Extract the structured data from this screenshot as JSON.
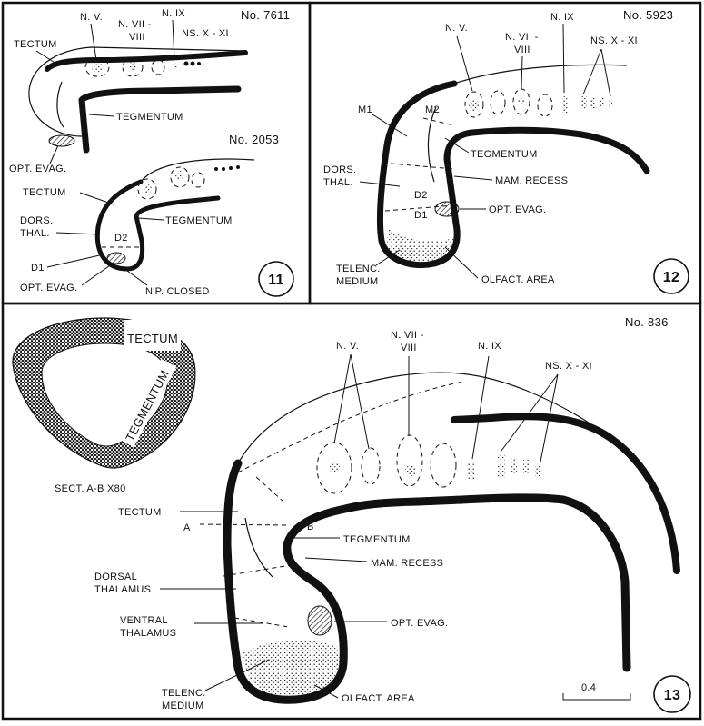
{
  "fig11": {
    "specimen_top": "No. 7611",
    "specimen_bottom": "No. 2053",
    "figure_number": "11",
    "top_labels": {
      "tectum": "TECTUM",
      "n_v": "N. V.",
      "n_vii_viii_line1": "N. VII -",
      "n_vii_viii_line2": "VIII",
      "n_ix": "N. IX",
      "ns_x_xi": "NS. X - XI",
      "tegmentum": "TEGMENTUM",
      "opt_evag": "OPT. EVAG."
    },
    "bottom_labels": {
      "tectum": "TECTUM",
      "tegmentum": "TEGMENTUM",
      "dors_thal_line1": "DORS.",
      "dors_thal_line2": "THAL.",
      "d2": "D2",
      "d1": "D1",
      "opt_evag": "OPT. EVAG.",
      "np_closed": "N'P. CLOSED"
    }
  },
  "fig12": {
    "specimen": "No. 5923",
    "figure_number": "12",
    "labels": {
      "n_v": "N. V.",
      "n_vii_viii_line1": "N. VII -",
      "n_vii_viii_line2": "VIII",
      "n_ix": "N. IX",
      "ns_x_xi": "NS. X - XI",
      "m1": "M1",
      "m2": "M2",
      "tegmentum": "TEGMENTUM",
      "dors_thal_line1": "DORS.",
      "dors_thal_line2": "THAL.",
      "mam_recess": "MAM. RECESS",
      "d2": "D2",
      "d1": "D1",
      "opt_evag": "OPT. EVAG.",
      "telenc_medium_line1": "TELENC.",
      "telenc_medium_line2": "MEDIUM",
      "olfact_area": "OLFACT. AREA"
    }
  },
  "fig13": {
    "specimen": "No. 836",
    "figure_number": "13",
    "section_inset": {
      "tectum": "TECTUM",
      "tegmentum": "TEGMENTUM",
      "caption": "SECT. A-B X80"
    },
    "labels": {
      "n_v": "N. V.",
      "n_vii_viii_line1": "N. VII -",
      "n_vii_viii_line2": "VIII",
      "n_ix": "N. IX",
      "ns_x_xi": "NS. X - XI",
      "tectum": "TECTUM",
      "a": "A",
      "b": "B",
      "tegmentum": "TEGMENTUM",
      "mam_recess": "MAM. RECESS",
      "dorsal_thalamus_line1": "DORSAL",
      "dorsal_thalamus_line2": "THALAMUS",
      "ventral_thalamus_line1": "VENTRAL",
      "ventral_thalamus_line2": "THALAMUS",
      "opt_evag": "OPT. EVAG.",
      "telenc_medium_line1": "TELENC.",
      "telenc_medium_line2": "MEDIUM",
      "olfact_area": "OLFACT. AREA"
    },
    "scale_bar": "0.4"
  }
}
